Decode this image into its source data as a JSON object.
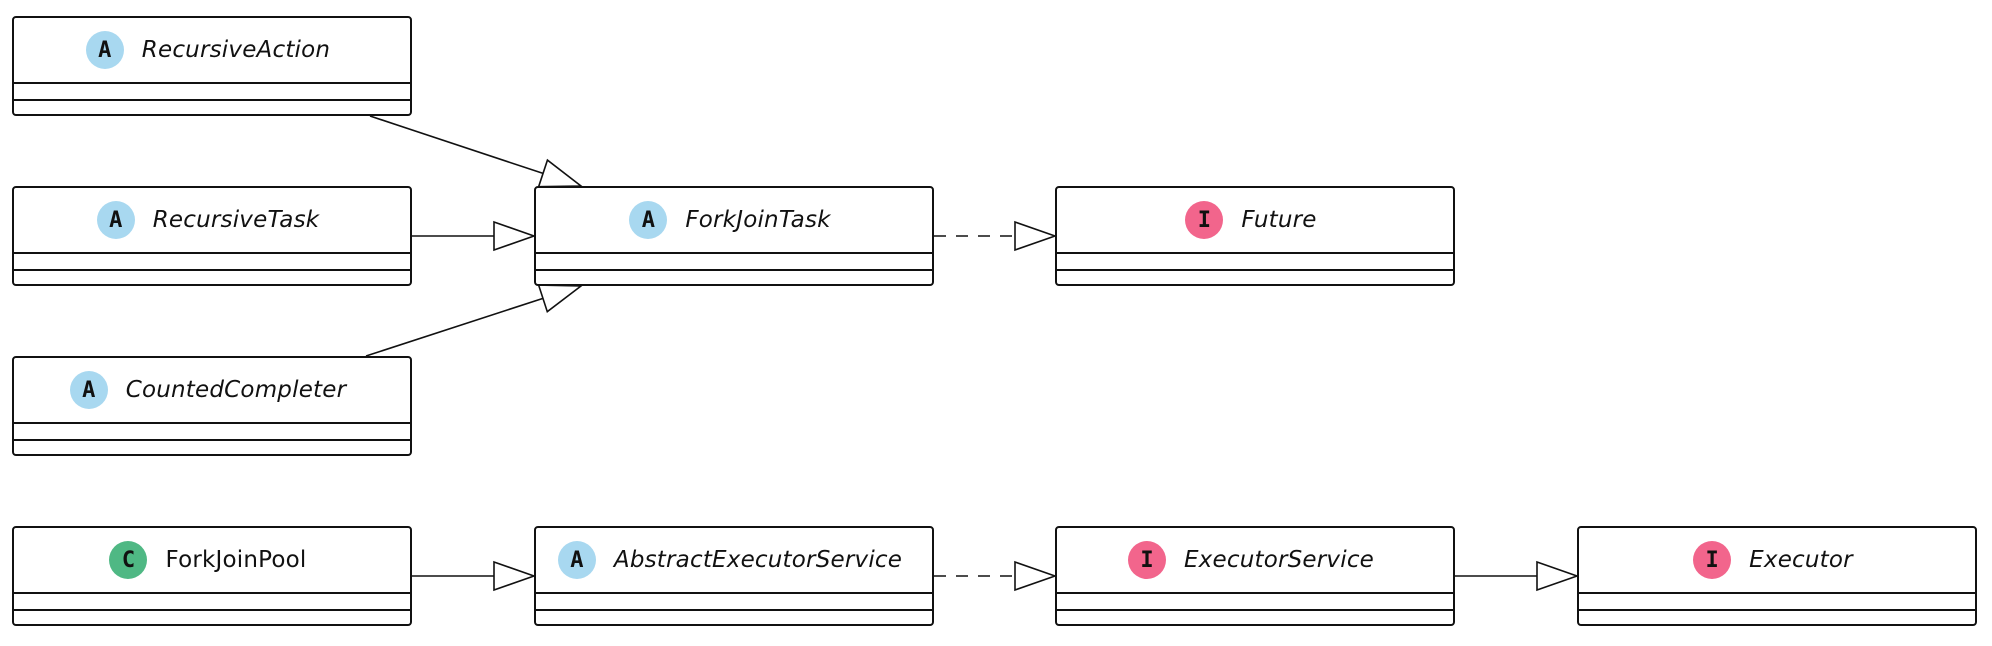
{
  "colors": {
    "abstract": "#a8d8f0",
    "interface": "#f2658c",
    "class": "#4fb884",
    "stroke": "#111111",
    "background": "#ffffff"
  },
  "classes": [
    {
      "id": "recursive_action",
      "name": "RecursiveAction",
      "stereotype": "A",
      "kind": "abstract",
      "italic": true
    },
    {
      "id": "recursive_task",
      "name": "RecursiveTask",
      "stereotype": "A",
      "kind": "abstract",
      "italic": true
    },
    {
      "id": "counted_completer",
      "name": "CountedCompleter",
      "stereotype": "A",
      "kind": "abstract",
      "italic": true
    },
    {
      "id": "fork_join_task",
      "name": "ForkJoinTask",
      "stereotype": "A",
      "kind": "abstract",
      "italic": true
    },
    {
      "id": "future",
      "name": "Future",
      "stereotype": "I",
      "kind": "interface",
      "italic": true
    },
    {
      "id": "fork_join_pool",
      "name": "ForkJoinPool",
      "stereotype": "C",
      "kind": "class",
      "italic": false
    },
    {
      "id": "abstract_executor_service",
      "name": "AbstractExecutorService",
      "stereotype": "A",
      "kind": "abstract",
      "italic": true
    },
    {
      "id": "executor_service",
      "name": "ExecutorService",
      "stereotype": "I",
      "kind": "interface",
      "italic": true
    },
    {
      "id": "executor",
      "name": "Executor",
      "stereotype": "I",
      "kind": "interface",
      "italic": true
    }
  ],
  "relations": [
    {
      "from": "recursive_action",
      "to": "fork_join_task",
      "type": "extends"
    },
    {
      "from": "recursive_task",
      "to": "fork_join_task",
      "type": "extends"
    },
    {
      "from": "counted_completer",
      "to": "fork_join_task",
      "type": "extends"
    },
    {
      "from": "fork_join_task",
      "to": "future",
      "type": "implements"
    },
    {
      "from": "fork_join_pool",
      "to": "abstract_executor_service",
      "type": "extends"
    },
    {
      "from": "abstract_executor_service",
      "to": "executor_service",
      "type": "implements"
    },
    {
      "from": "executor_service",
      "to": "executor",
      "type": "extends"
    }
  ]
}
